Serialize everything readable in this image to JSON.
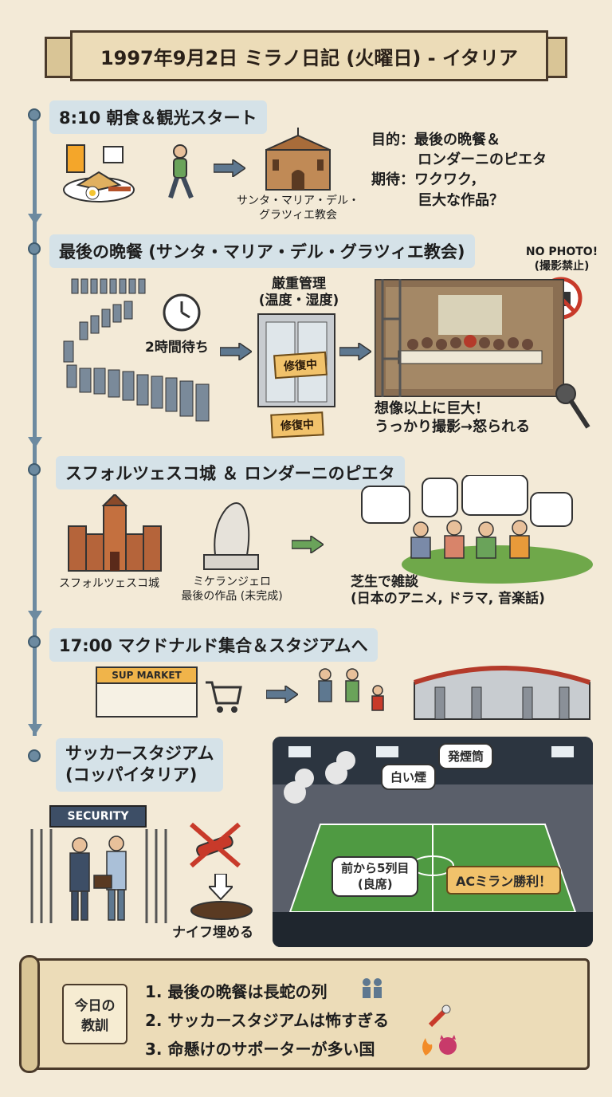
{
  "header": {
    "title": "1997年9月2日 ミラノ日記 (火曜日) - イタリア"
  },
  "sections": [
    {
      "label": "8:10 朝食＆観光スタート"
    },
    {
      "label": "最後の晩餐 (サンタ・マリア・デル・グラツィエ教会)"
    },
    {
      "label": "スフォルツェスコ城 ＆ ロンダーニのピエタ"
    },
    {
      "label": "17:00 マクドナルド集合＆スタジアムへ"
    },
    {
      "label": "サッカースタジアム\n(コッパイタリア)",
      "line1": "サッカースタジアム",
      "line2": "(コッパイタリア)"
    }
  ],
  "s1": {
    "church_line1": "サンタ・マリア・デル・",
    "church_line2": "グラツィエ教会",
    "purpose_label": "目的：",
    "purpose_line1": "最後の晩餐＆",
    "purpose_line2": "ロンダーニのピエタ",
    "expect_label": "期待：",
    "expect_line1": "ワクワク，",
    "expect_line2": "巨大な作品？"
  },
  "s2": {
    "wait": "2時間待ち",
    "control_line1": "厳重管理",
    "control_line2": "(温度・湿度)",
    "sign_upper": "修復中",
    "sign_lower": "修復中",
    "nophoto_line1": "NO PHOTO!",
    "nophoto_line2": "(撮影禁止)",
    "note_line1": "想像以上に巨大！",
    "note_line2": "うっかり撮影→怒られる"
  },
  "s3": {
    "castle": "スフォルツェスコ城",
    "pieta_line1": "ミケランジェロ",
    "pieta_line2": "最後の作品 (未完成)",
    "lawn_line1": "芝生で雑談",
    "lawn_line2": "(日本のアニメ, ドラマ, 音楽話)"
  },
  "s4": {
    "market": "SUP MARKET"
  },
  "s5": {
    "security": "SECURITY",
    "knife": "ナイフ埋める",
    "smoke_white": "白い煙",
    "flare": "発煙筒",
    "seat_line1": "前から5列目",
    "seat_line2": "(良席)",
    "win": "ACミラン勝利！"
  },
  "lessons": {
    "tag_line1": "今日の",
    "tag_line2": "教訓",
    "items": [
      "1. 最後の晩餐は長蛇の列",
      "2. サッカースタジアムは怖すぎる",
      "3. 命懸けのサポーターが多い国"
    ]
  },
  "colors": {
    "accent": "#6c8aa0",
    "tag_bg": "#d5e2e8",
    "paper": "#f3ead7",
    "banner": "#ecdcb8",
    "grass": "#6fa84a",
    "sign": "#f1c26b"
  }
}
